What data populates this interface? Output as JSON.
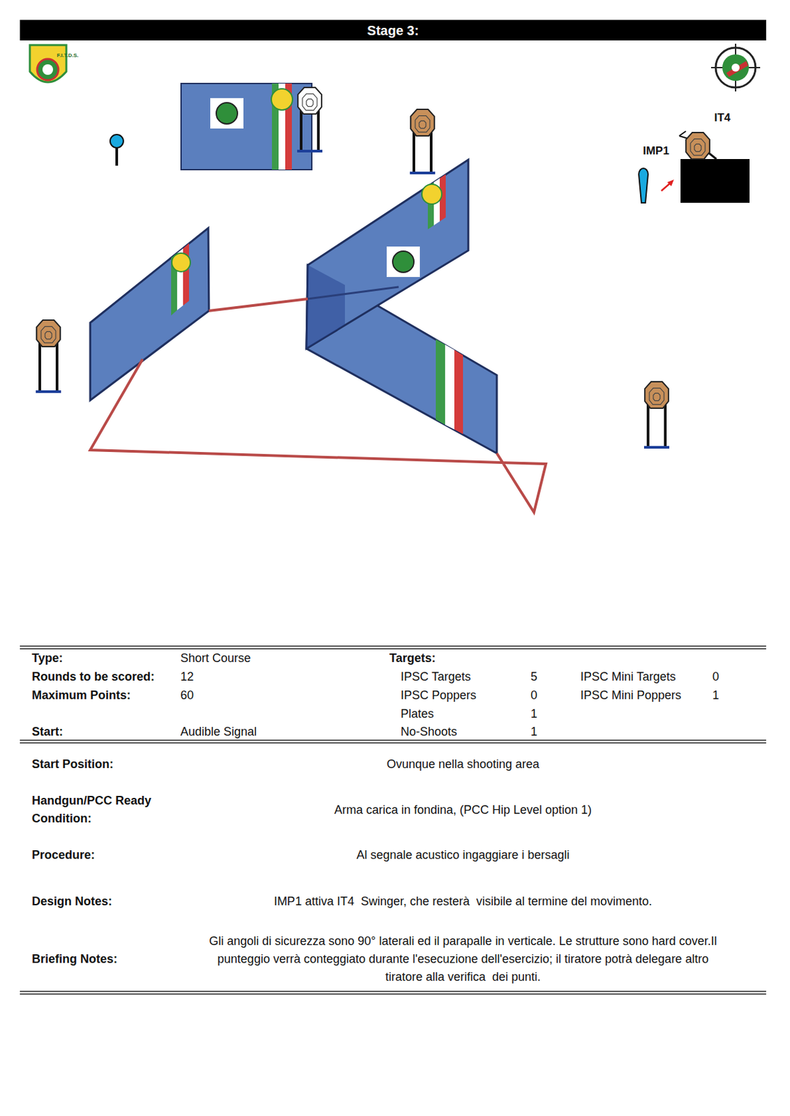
{
  "diagram": {
    "title": "Stage 3:",
    "labels": [
      "F.I.T.D.S.",
      "IT4",
      "IMP1",
      "Type:",
      "Short Course",
      "Targets:",
      "Rounds to be scored:",
      "12",
      "IPSC Targets",
      "5",
      "IPSC Mini Targets",
      "0",
      "Maximum Points:",
      "60",
      "IPSC Poppers",
      "0",
      "IPSC Mini Poppers",
      "1",
      "Plates",
      "1",
      "Start:",
      "Audible Signal",
      "No-Shoots",
      "1",
      "Start Position:",
      "Ovunque nella shooting area",
      "Handgun/PCC Ready Condition:",
      "Arma carica in fondina, (PCC Hip Level option 1)",
      "Procedure:",
      "Al segnale acustico ingaggiare i bersagli",
      "Design Notes:",
      "IMP1 attiva IT4  Swinger, che resterà  visibile al termine del movimento.",
      "Briefing Notes:",
      "Gli angoli di sicurezza sono 90° laterali ed il parapalle in verticale. Le strutture sono hard cover.Il punteggio verrà conteggiato durante l'esecuzione dell'esercizio; il tiratore potrà delegare altro tiratore alla verifica  dei punti."
    ]
  }
}
